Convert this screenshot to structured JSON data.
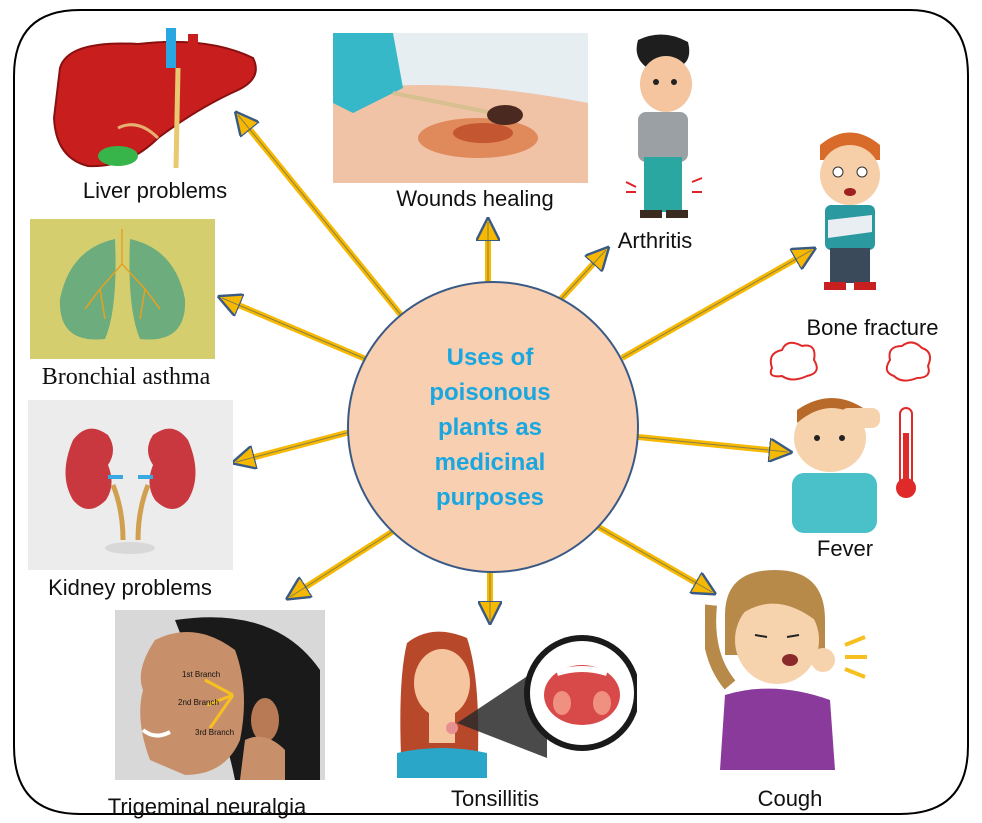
{
  "center": {
    "lines": [
      "Uses of",
      "poisonous",
      "plants as",
      "medicinal",
      "purposes"
    ]
  },
  "uses": [
    {
      "id": "liver",
      "label": "Liver problems",
      "icon": "liver-icon"
    },
    {
      "id": "wounds",
      "label": "Wounds healing",
      "icon": "wound-icon"
    },
    {
      "id": "arthritis",
      "label": "Arthritis",
      "icon": "arthritis-boy-icon"
    },
    {
      "id": "bone",
      "label": "Bone fracture",
      "icon": "bone-fracture-boy-icon"
    },
    {
      "id": "asthma",
      "label": "Bronchial asthma",
      "icon": "lungs-icon"
    },
    {
      "id": "fever",
      "label": "Fever",
      "icon": "fever-boy-icon"
    },
    {
      "id": "kidney",
      "label": "Kidney problems",
      "icon": "kidney-icon"
    },
    {
      "id": "trigeminal",
      "label": "Trigeminal neuralgia",
      "icon": "face-nerve-icon",
      "branches": [
        "1st Branch",
        "2nd Branch",
        "3rd Branch"
      ]
    },
    {
      "id": "tonsillitis",
      "label": "Tonsillitis",
      "icon": "tonsils-icon"
    },
    {
      "id": "cough",
      "label": "Cough",
      "icon": "coughing-girl-icon"
    }
  ],
  "colors": {
    "center_fill": "#f9cfb1",
    "center_stroke": "#3a5a86",
    "center_text": "#1aa7e0",
    "arrow_fill": "#f6b800",
    "arrow_stroke": "#3a5a86",
    "frame": "#000000"
  }
}
